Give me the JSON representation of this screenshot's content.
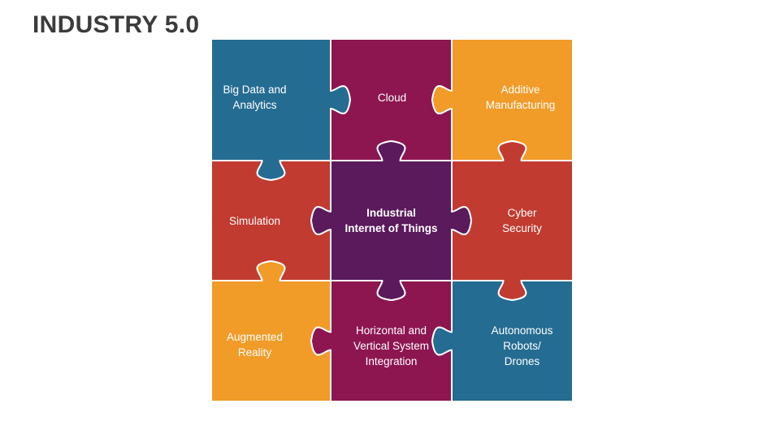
{
  "title": "INDUSTRY 5.0",
  "colors": {
    "blue": "#256C92",
    "magenta": "#8D1651",
    "orange": "#F19B28",
    "red": "#C13B30",
    "purple": "#5A1A5C",
    "outline": "#ffffff",
    "title_text": "#3b3b3b"
  },
  "pieces": [
    {
      "id": "big-data-and-analytics",
      "lines": [
        "Big Data and",
        "Analytics"
      ],
      "color": "blue",
      "bold": false
    },
    {
      "id": "cloud",
      "lines": [
        "Cloud"
      ],
      "color": "magenta",
      "bold": false
    },
    {
      "id": "additive-manufacturing",
      "lines": [
        "Additive",
        "Manufacturing"
      ],
      "color": "orange",
      "bold": false
    },
    {
      "id": "simulation",
      "lines": [
        "Simulation"
      ],
      "color": "red",
      "bold": false
    },
    {
      "id": "industrial-internet-of-things",
      "lines": [
        "Industrial",
        "Internet of Things"
      ],
      "color": "purple",
      "bold": true
    },
    {
      "id": "cyber-security",
      "lines": [
        "Cyber",
        "Security"
      ],
      "color": "red",
      "bold": false
    },
    {
      "id": "augmented-reality",
      "lines": [
        "Augmented",
        "Reality"
      ],
      "color": "orange",
      "bold": false
    },
    {
      "id": "horizontal-and-vertical-system-integration",
      "lines": [
        "Horizontal and",
        "Vertical System",
        "Integration"
      ],
      "color": "magenta",
      "bold": false
    },
    {
      "id": "autonomous-robots-drones",
      "lines": [
        "Autonomous",
        "Robots/",
        "Drones"
      ],
      "color": "blue",
      "bold": false
    }
  ]
}
